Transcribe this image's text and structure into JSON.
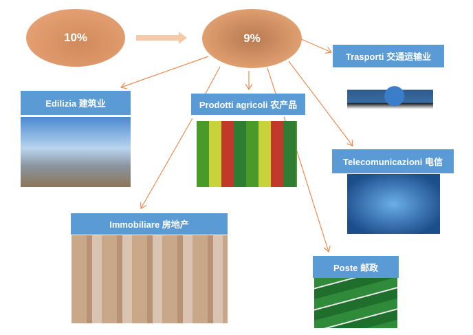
{
  "growth": {
    "from": "10%",
    "to": "9%"
  },
  "sectors": {
    "trasporti": "Trasporti  交通运输业",
    "edilizia": "Edilizia  建筑业",
    "agricoli": "Prodotti agricoli  农产品",
    "telecom": "Telecomunicazioni  电信",
    "immobiliare": "Immobiliare  房地产",
    "poste": "Poste  邮政"
  },
  "colors": {
    "ellipse": "#e6a274",
    "box": "#5b9bd5",
    "line": "#ed8a4e"
  }
}
